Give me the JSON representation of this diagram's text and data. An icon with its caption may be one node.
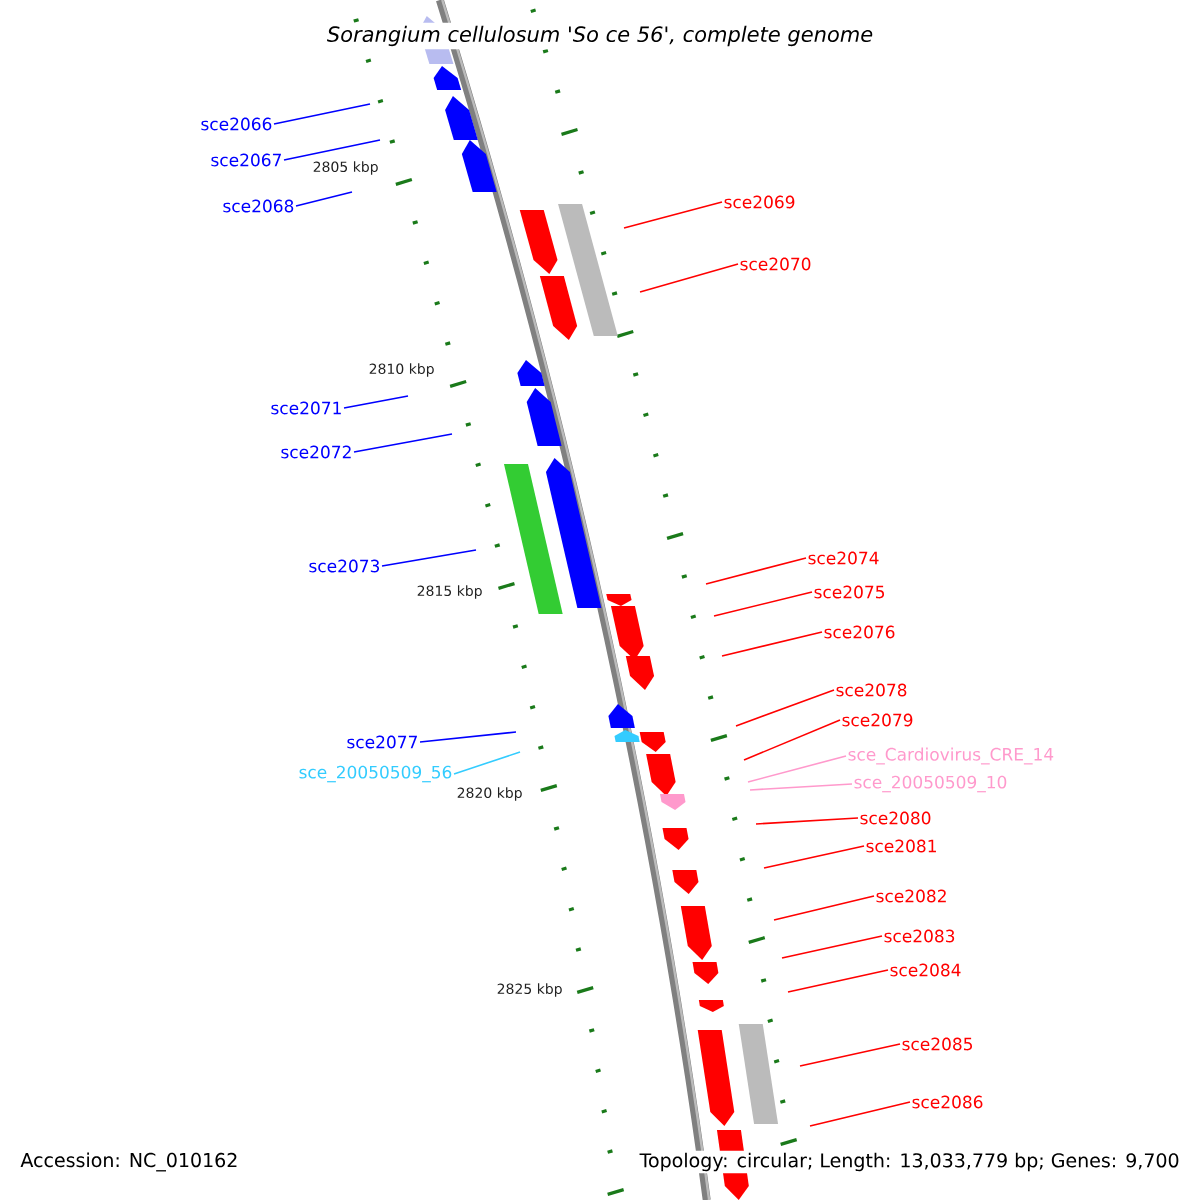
{
  "diagram": {
    "title": "Sorangium cellulosum 'So ce 56', complete genome",
    "nodes": [
      {
        "text": [
          "sce2066"
        ]
      },
      {
        "text": [
          "sce2067"
        ]
      },
      {
        "text": [
          "sce2069"
        ]
      },
      {
        "text": [
          "sce2068"
        ]
      },
      {
        "text": [
          "sce2070"
        ]
      },
      {
        "text": [
          "sce2071"
        ]
      },
      {
        "text": [
          "sce2072"
        ]
      },
      {
        "text": [
          "sce2074"
        ]
      },
      {
        "text": [
          "sce2073"
        ]
      },
      {
        "text": [
          "sce2075"
        ]
      },
      {
        "text": [
          "sce2076"
        ]
      },
      {
        "text": [
          "sce2078"
        ]
      },
      {
        "text": [
          "sce2079"
        ]
      },
      {
        "text": [
          "sce2077"
        ]
      },
      {
        "text": [
          "sce_Cardiovirus_CRE_14"
        ]
      },
      {
        "text": [
          "sce_20050509_56"
        ]
      },
      {
        "text": [
          "sce_20050509_10"
        ]
      },
      {
        "text": [
          "sce2080"
        ]
      },
      {
        "text": [
          "sce2081"
        ]
      },
      {
        "text": [
          "sce2082"
        ]
      },
      {
        "text": [
          "sce2083"
        ]
      },
      {
        "text": [
          "sce2084"
        ]
      },
      {
        "text": [
          "sce2085"
        ]
      },
      {
        "text": [
          "sce2086"
        ]
      }
    ],
    "edges": [
      {
        "from": 0,
        "to": null,
        "arrow": "none",
        "color": "#0000ff"
      },
      {
        "from": 1,
        "to": null,
        "arrow": "none",
        "color": "#0000ff"
      },
      {
        "from": 2,
        "to": null,
        "arrow": "none"
      },
      {
        "from": 3,
        "to": null,
        "arrow": "none",
        "color": "#0000ff"
      },
      {
        "from": 4,
        "to": null,
        "arrow": "none"
      },
      {
        "from": 5,
        "to": null,
        "arrow": "none",
        "color": "#0000ff"
      },
      {
        "from": 6,
        "to": null,
        "arrow": "none",
        "color": "#0000ff"
      },
      {
        "from": 7,
        "to": null,
        "arrow": "none"
      },
      {
        "from": 8,
        "to": null,
        "arrow": "none",
        "color": "#0000ff"
      },
      {
        "from": 9,
        "to": null,
        "arrow": "none"
      },
      {
        "from": 10,
        "to": null,
        "arrow": "none"
      },
      {
        "from": 11,
        "to": null,
        "arrow": "none"
      },
      {
        "from": 12,
        "to": null,
        "arrow": "none"
      },
      {
        "from": 13,
        "to": null,
        "arrow": "none",
        "color": "#0000ff"
      },
      {
        "from": 14,
        "to": null,
        "arrow": "none",
        "color": "#ff99cc"
      },
      {
        "from": 15,
        "to": null,
        "arrow": "none",
        "color": "#33ccff"
      },
      {
        "from": 16,
        "to": null,
        "arrow": "none",
        "color": "#ff99cc"
      },
      {
        "from": 17,
        "to": null,
        "arrow": "none"
      },
      {
        "from": 18,
        "to": null,
        "arrow": "none"
      },
      {
        "from": 19,
        "to": null,
        "arrow": "none"
      },
      {
        "from": 20,
        "to": null,
        "arrow": "none"
      },
      {
        "from": 21,
        "to": null,
        "arrow": "none"
      },
      {
        "from": 22,
        "to": null,
        "arrow": "none"
      },
      {
        "from": 23,
        "to": null,
        "arrow": "none"
      }
    ],
    "labels": [
      "2805 kbp",
      "2810 kbp",
      "2815 kbp",
      "2820 kbp",
      "2825 kbp",
      "Accession: NC_010162",
      "Topology: circular; Length: 13,033,779 bp; Genes: 9,700"
    ]
  }
}
